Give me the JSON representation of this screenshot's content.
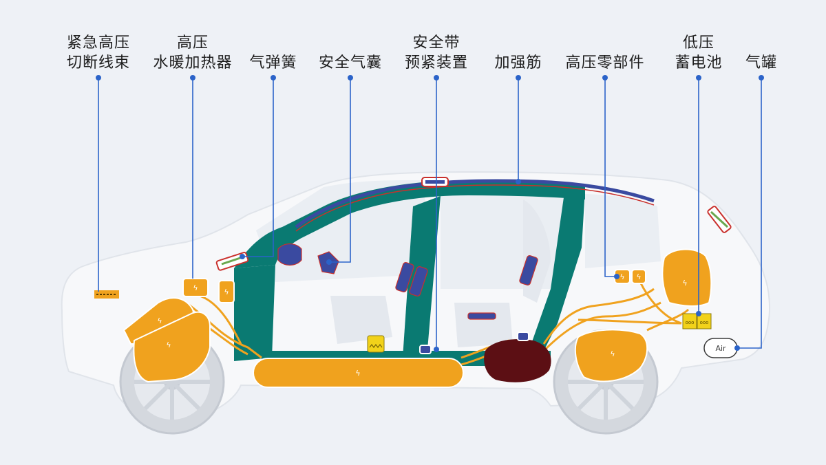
{
  "labels": [
    {
      "id": "hv-cut",
      "lines": [
        "紧急高压",
        "切断线束"
      ]
    },
    {
      "id": "heater",
      "lines": [
        "高压",
        "水暖加热器"
      ]
    },
    {
      "id": "gas-spring",
      "lines": [
        "气弹簧"
      ]
    },
    {
      "id": "airbag",
      "lines": [
        "安全气囊"
      ]
    },
    {
      "id": "pretensioner",
      "lines": [
        "安全带",
        "预紧装置"
      ]
    },
    {
      "id": "rib",
      "lines": [
        "加强筋"
      ]
    },
    {
      "id": "hv-parts",
      "lines": [
        "高压零部件"
      ]
    },
    {
      "id": "lv-battery",
      "lines": [
        "低压",
        "蓄电池"
      ]
    },
    {
      "id": "gas-tank",
      "lines": [
        "气罐"
      ]
    }
  ],
  "tank_text": "Air",
  "colors": {
    "background": "#eef1f6",
    "hv_orange": "#f0a21e",
    "reinforcement_teal": "#0a7a72",
    "airbag_blue": "#3a4aa0",
    "leader_blue": "#2b63c9",
    "red_outline": "#c9302c",
    "dark_maroon": "#5c0f14",
    "car_body": "#f7f8fa",
    "lv_battery_yellow": "#f2d21a"
  }
}
